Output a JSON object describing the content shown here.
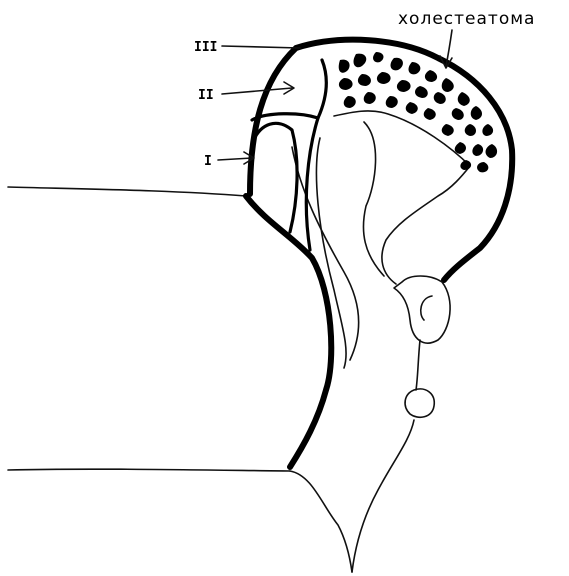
{
  "labels": {
    "cholesteatoma": "холестеатома",
    "level_3": "III",
    "level_2": "II",
    "level_1": "I"
  }
}
